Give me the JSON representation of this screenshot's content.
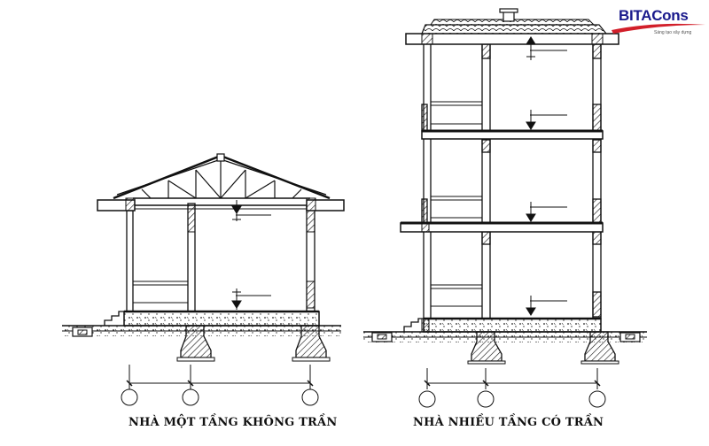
{
  "captions": {
    "left": "NHÀ MỘT TẦNG KHÔNG TRẦN",
    "right": "NHÀ NHIỀU TẦNG CÓ TRẦN"
  },
  "logo": {
    "part1": "BITA",
    "part2": "Cons",
    "tagline": "Sáng tạo xây dựng",
    "colors": {
      "primary": "#1a1a8c",
      "accent": "#d21f2a"
    }
  }
}
